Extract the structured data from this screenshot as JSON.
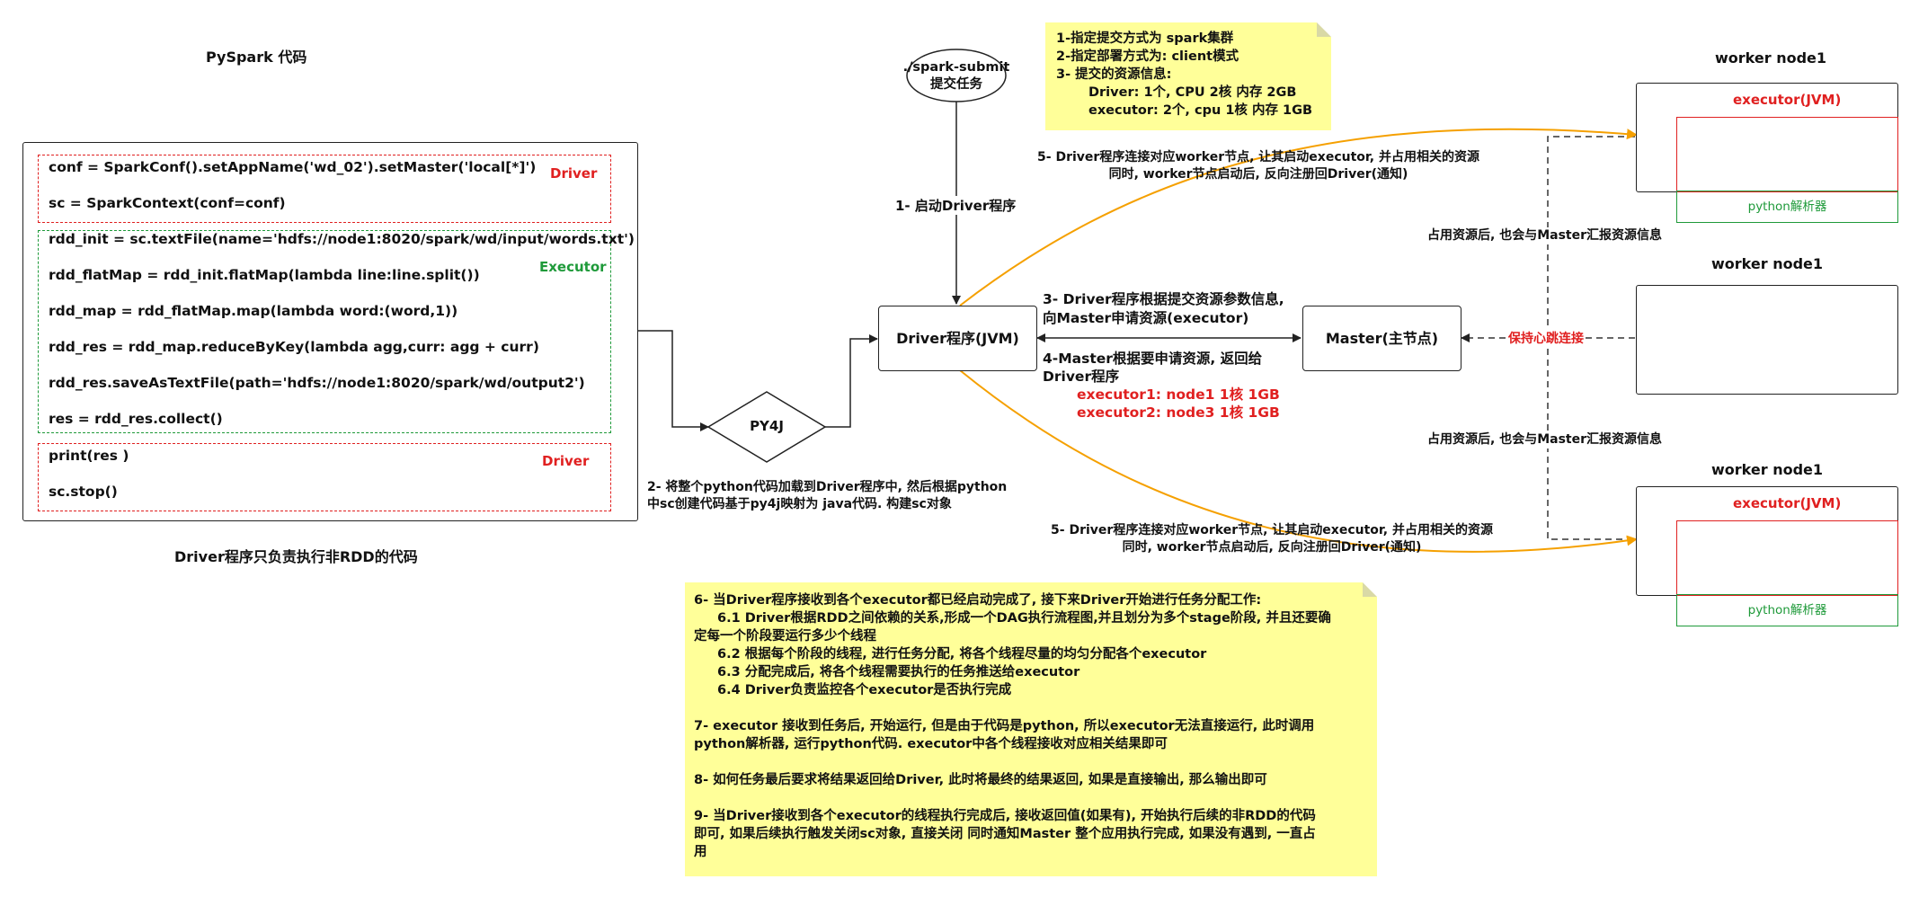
{
  "code_panel": {
    "title": "PySpark  代码",
    "caption": "Driver程序只负责执行非RDD的代码",
    "lines": [
      "conf = SparkConf().setAppName('wd_02').setMaster('local[*]')",
      "sc = SparkContext(conf=conf)",
      "rdd_init = sc.textFile(name='hdfs://node1:8020/spark/wd/input/words.txt')",
      "rdd_flatMap = rdd_init.flatMap(lambda line:line.split())",
      "rdd_map = rdd_flatMap.map(lambda word:(word,1))",
      "rdd_res = rdd_map.reduceByKey(lambda agg,curr: agg + curr)",
      "rdd_res.saveAsTextFile(path='hdfs://node1:8020/spark/wd/output2')",
      "res = rdd_res.collect()",
      "print(res )",
      "sc.stop()"
    ],
    "driver_label_1": "Driver",
    "executor_label": "Executor",
    "driver_label_2": "Driver"
  },
  "py4j": {
    "label": "PY4J"
  },
  "step2": {
    "line1": "2- 将整个python代码加载到Driver程序中, 然后根据python",
    "line2": "中sc创建代码基于py4j映射为 java代码. 构建sc对象"
  },
  "spark_submit": {
    "line1": "./spark-submit",
    "line2": "提交任务"
  },
  "step1": "1- 启动Driver程序",
  "driver_node": "Driver程序(JVM)",
  "master_node": "Master(主节点)",
  "top_note": {
    "lines": [
      "1-指定提交方式为 spark集群",
      "2-指定部署方式为: client模式",
      "3- 提交的资源信息:",
      "Driver:  1个,  CPU 2核 内存 2GB",
      "executor: 2个, cpu 1核  内存 1GB"
    ]
  },
  "step3": {
    "line1": "3- Driver程序根据提交资源参数信息,",
    "line2": "向Master申请资源(executor)"
  },
  "step4": {
    "line1": "4-Master根据要申请资源, 返回给",
    "line2": "Driver程序",
    "exec1": "executor1:  node1 1核 1GB",
    "exec2": "executor2:  node3  1核 1GB"
  },
  "step5_top": {
    "line1": "5- Driver程序连接对应worker节点, 让其启动executor, 并占用相关的资源",
    "line2": "同时, worker节点启动后, 反向注册回Driver(通知)"
  },
  "step5_bottom": {
    "line1": "5- Driver程序连接对应worker节点, 让其启动executor, 并占用相关的资源",
    "line2": "同时, worker节点启动后, 反向注册回Driver(通知)"
  },
  "heartbeat": "保持心跳连接",
  "report_top": "占用资源后, 也会与Master汇报资源信息",
  "report_bottom": "占用资源后, 也会与Master汇报资源信息",
  "workers": [
    {
      "title": "worker node1",
      "executor": "executor(JVM)",
      "python": "python解析器"
    },
    {
      "title": "worker node1"
    },
    {
      "title": "worker node1",
      "executor": "executor(JVM)",
      "python": "python解析器"
    }
  ],
  "bottom_note": {
    "lines": [
      "6- 当Driver程序接收到各个executor都已经启动完成了, 接下来Driver开始进行任务分配工作:",
      "6.1 Driver根据RDD之间依赖的关系,形成一个DAG执行流程图,并且划分为多个stage阶段, 并且还要确",
      "定每一个阶段要运行多少个线程",
      "6.2 根据每个阶段的线程, 进行任务分配, 将各个线程尽量的均匀分配各个executor",
      "6.3  分配完成后, 将各个线程需要执行的任务推送给executor",
      "6.4 Driver负责监控各个executor是否执行完成",
      "7- executor 接收到任务后, 开始运行, 但是由于代码是python, 所以executor无法直接运行, 此时调用",
      "python解析器, 运行python代码. executor中各个线程接收对应相关结果即可",
      "8- 如何任务最后要求将结果返回给Driver, 此时将最终的结果返回, 如果是直接输出, 那么输出即可",
      "9- 当Driver接收到各个executor的线程执行完成后, 接收返回值(如果有), 开始执行后续的非RDD的代码",
      "即可, 如果后续执行触发关闭sc对象, 直接关闭 同时通知Master 整个应用执行完成, 如果没有遇到, 一直占",
      "用"
    ]
  },
  "colors": {
    "red": "#e02020",
    "green": "#1f9a3a",
    "orange": "#f5a000",
    "note": "#ffff99"
  }
}
